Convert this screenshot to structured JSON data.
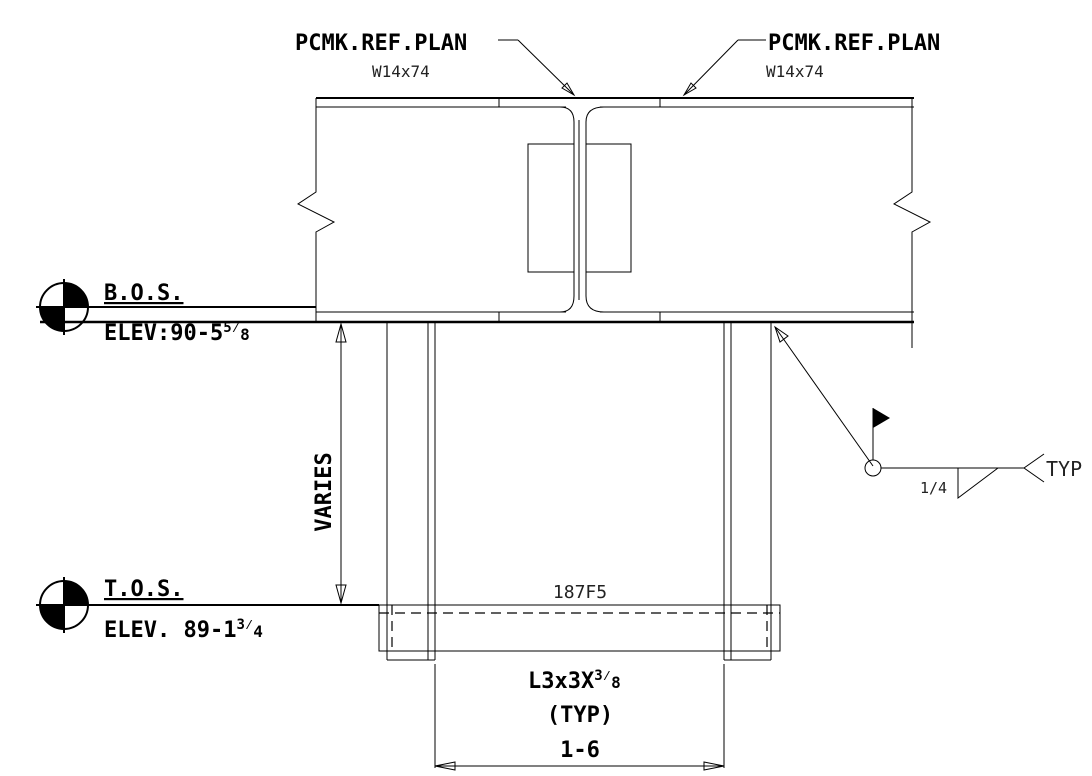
{
  "labels": {
    "pcmk_left": "PCMK.REF.PLAN",
    "pcmk_right": "PCMK.REF.PLAN",
    "beam_left": "W14x74",
    "beam_right": "W14x74",
    "bos_title": "B.O.S.",
    "bos_elev": "ELEV:90-5",
    "bos_frac_num": "5",
    "bos_frac_den": "8",
    "tos_title": "T.O.S.",
    "tos_elev": "ELEV. 89-1",
    "tos_frac_num": "3",
    "tos_frac_den": "4",
    "varies": "VARIES",
    "mark": "187F5",
    "angle_main": "L3x3X",
    "angle_frac_num": "3",
    "angle_frac_den": "8",
    "angle_typ": "(TYP)",
    "weld_size": "1/4",
    "weld_typ": "TYP",
    "dimension": "1-6"
  }
}
